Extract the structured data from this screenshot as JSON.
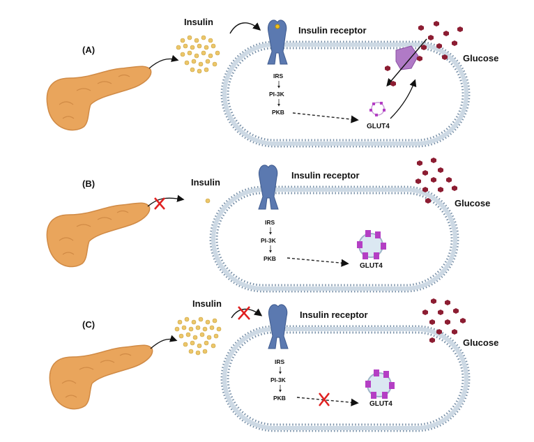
{
  "colors": {
    "pancreas": "#e9a55c",
    "pancreas_dark": "#d08a45",
    "insulin": "#ecc66a",
    "insulin_dark": "#c9a23c",
    "receptor": "#5b79b0",
    "glucose": "#8c1d32",
    "glut4": "#b43fc4",
    "membrane": "#9fb4c8",
    "membrane_bead": "#7890a8",
    "inhibit": "#e02020"
  },
  "panels": [
    {
      "id": "A",
      "label": "(A)",
      "insulin_label": "Insulin",
      "receptor_label": "Insulin receptor",
      "glucose_label": "Glucose",
      "pathway": [
        "IRS",
        "PI-3K",
        "PKB"
      ],
      "glut4_label": "GLUT4"
    },
    {
      "id": "B",
      "label": "(B)",
      "insulin_label": "Insulin",
      "receptor_label": "Insulin receptor",
      "glucose_label": "Glucose",
      "pathway": [
        "IRS",
        "PI-3K",
        "PKB"
      ],
      "glut4_label": "GLUT4"
    },
    {
      "id": "C",
      "label": "(C)",
      "insulin_label": "Insulin",
      "receptor_label": "Insulin receptor",
      "glucose_label": "Glucose",
      "pathway": [
        "IRS",
        "PI-3K",
        "PKB"
      ],
      "glut4_label": "GLUT4"
    }
  ]
}
